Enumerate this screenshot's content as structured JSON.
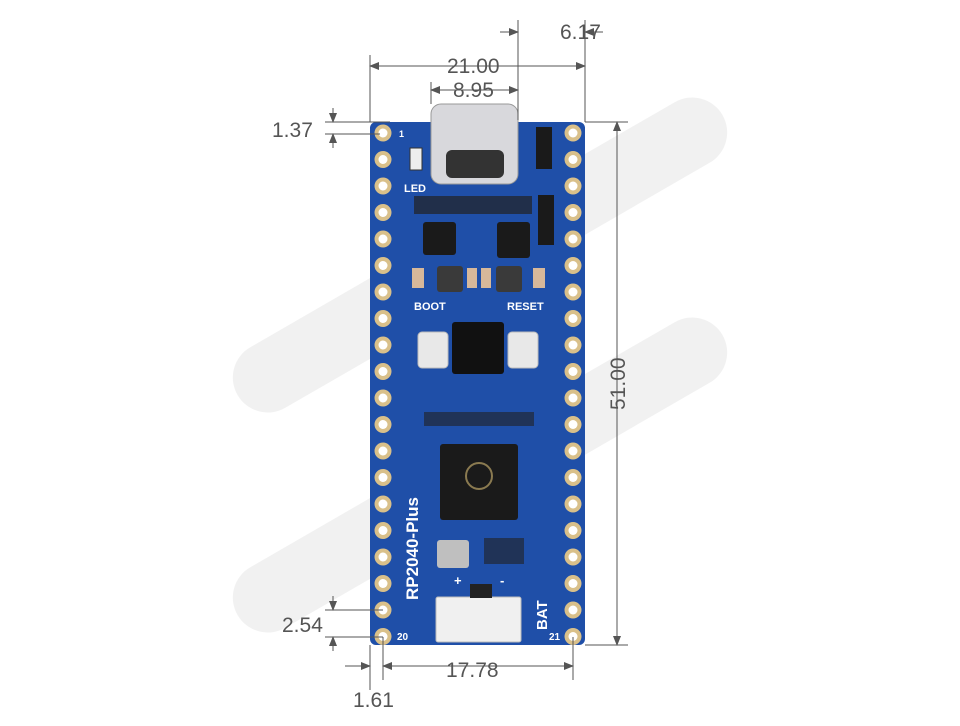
{
  "dimensions": {
    "overhang": "6.17",
    "width": "21.00",
    "usb_width": "8.95",
    "top_offset": "1.37",
    "length": "51.00",
    "pin_pitch": "2.54",
    "row_spacing": "17.78",
    "edge_offset": "1.61"
  },
  "board": {
    "name": "RP2040-Plus",
    "led_label": "LED",
    "boot_label": "BOOT",
    "reset_label": "RESET",
    "bat_label": "BAT",
    "pin1": "1",
    "pin20": "20",
    "pin21": "21",
    "plus": "+",
    "minus": "-",
    "pcb_color": "#1f4fa8",
    "pad_color": "#d9c08a"
  }
}
